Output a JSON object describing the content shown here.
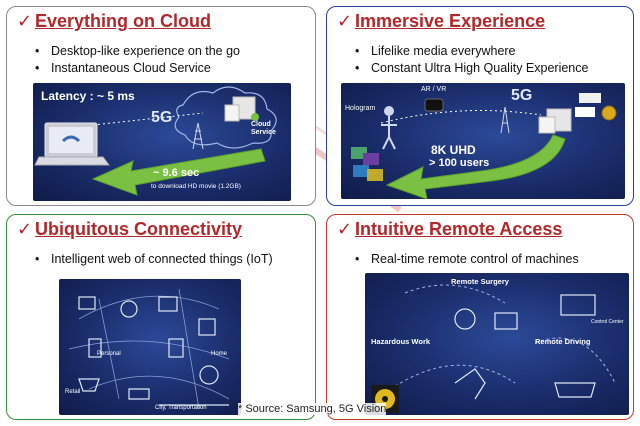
{
  "panels": {
    "cloud": {
      "title": "Everything on Cloud",
      "bullets": [
        "Desktop-like experience on the go",
        "Instantaneous Cloud Service"
      ],
      "latency": "Latency : ~ 5 ms",
      "network": "5G",
      "service_line1": "Cloud",
      "service_line2": "Service",
      "time": "~ 9.6 sec",
      "download": "to download HD movie (1.2GB)"
    },
    "immersive": {
      "title": "Immersive Experience",
      "bullets": [
        "Lifelike media everywhere",
        "Constant Ultra High Quality Experience"
      ],
      "arvr": "AR / VR",
      "hologram": "Hologram",
      "network": "5G",
      "uhd": "8K UHD",
      "users": "> 100 users"
    },
    "ubiquitous": {
      "title": "Ubiquitous Connectivity",
      "bullets": [
        "Intelligent web of connected things (IoT)"
      ],
      "personal": "Personal",
      "home": "Home",
      "retail": "Retail",
      "city": "City, Transportation"
    },
    "remote": {
      "title": "Intuitive Remote Access",
      "bullets": [
        "Real-time remote control of machines"
      ],
      "surgery": "Remote Surgery",
      "hazard": "Hazardous Work",
      "driving": "Remote Driving",
      "control": "Control Center"
    }
  },
  "check_glyph": "✓",
  "source": "* Source: Samsung, 5G Vision",
  "colors": {
    "title": "#b2272a",
    "arrow": "#7ac143",
    "image_bg": "#1a2c6a"
  }
}
